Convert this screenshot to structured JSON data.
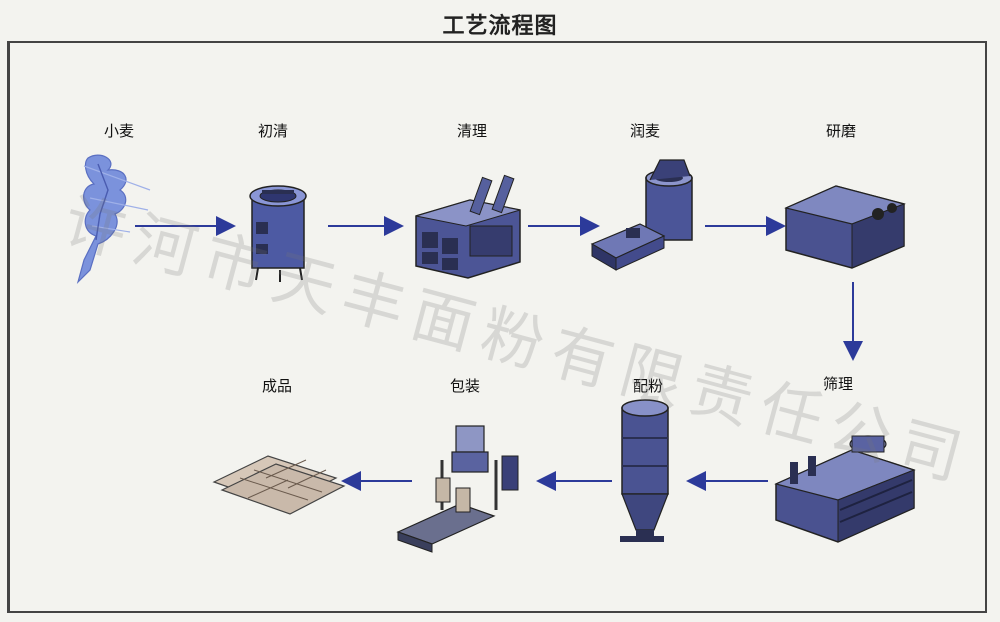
{
  "title": "工艺流程图",
  "steps": [
    {
      "label": "小麦"
    },
    {
      "label": "初清"
    },
    {
      "label": "清理"
    },
    {
      "label": "润麦"
    },
    {
      "label": "研磨"
    },
    {
      "label": "筛理"
    },
    {
      "label": "配粉"
    },
    {
      "label": "包装"
    },
    {
      "label": "成品"
    }
  ],
  "watermark": "许河市天丰面粉有限责任公司",
  "colors": {
    "arrow": "#2c3a9a",
    "machine": "#4b5598",
    "machine_dark": "#2a2f52",
    "wheat": "#6f88d8",
    "product": "#c9b9aa"
  }
}
